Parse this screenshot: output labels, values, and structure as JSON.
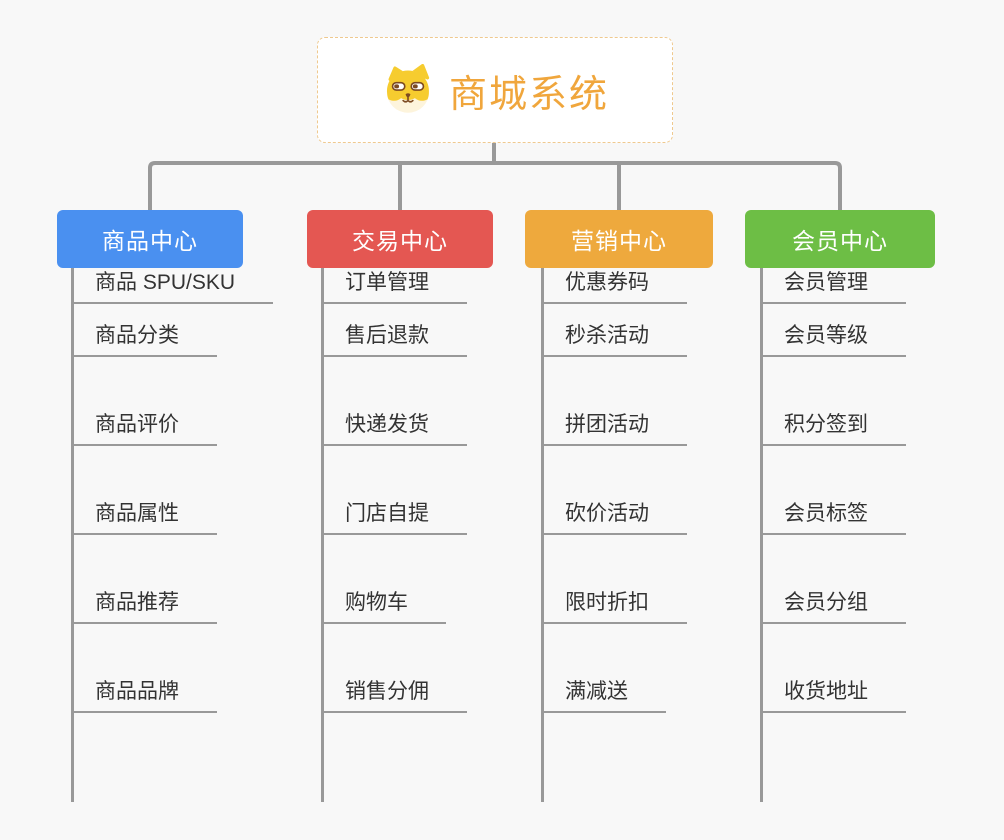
{
  "root": {
    "title": "商城系统",
    "title_color": "#F0A63C",
    "border_color": "#EFC98F",
    "icon": "dog-icon"
  },
  "connectors": {
    "color": "#999999"
  },
  "branches": [
    {
      "label": "商品中心",
      "color": "#4A90F0",
      "items": [
        "商品 SPU/SKU",
        "商品分类",
        "商品评价",
        "商品属性",
        "商品推荐",
        "商品品牌"
      ]
    },
    {
      "label": "交易中心",
      "color": "#E45752",
      "items": [
        "订单管理",
        "售后退款",
        "快递发货",
        "门店自提",
        "购物车",
        "销售分佣"
      ]
    },
    {
      "label": "营销中心",
      "color": "#EEA93D",
      "items": [
        "优惠券码",
        "秒杀活动",
        "拼团活动",
        "砍价活动",
        "限时折扣",
        "满减送"
      ]
    },
    {
      "label": "会员中心",
      "color": "#6DBE45",
      "items": [
        "会员管理",
        "会员等级",
        "积分签到",
        "会员标签",
        "会员分组",
        "收货地址"
      ]
    }
  ]
}
